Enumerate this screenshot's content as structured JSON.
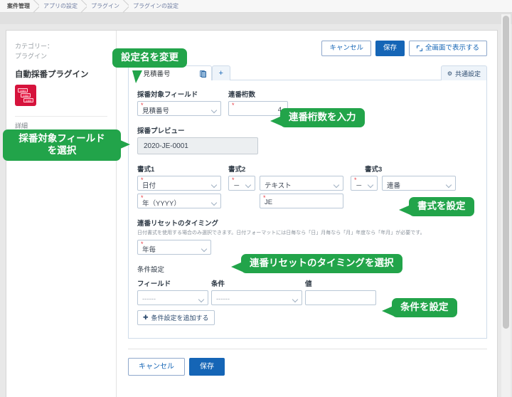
{
  "breadcrumb": [
    {
      "label": "案件管理"
    },
    {
      "label": "アプリの設定"
    },
    {
      "label": "プラグイン"
    },
    {
      "label": "プラグインの設定"
    }
  ],
  "sidebar": {
    "category_label": "カテゴリー：",
    "category_value": "プラグイン",
    "plugin_name": "自動採番プラグイン",
    "icon_tags": [
      "J-001",
      "J-002",
      "J-003"
    ],
    "detail_label": "詳細"
  },
  "toolbar": {
    "cancel_label": "キャンセル",
    "save_label": "保存",
    "fullscreen_label": "全画面で表示する"
  },
  "tabs": {
    "active_tab_label": "見積番号",
    "add_tab_label": "+",
    "common_settings_label": "共通設定"
  },
  "form": {
    "target_field": {
      "label": "採番対象フィールド",
      "value": "見積番号"
    },
    "digits": {
      "label": "連番桁数",
      "value": "4"
    },
    "preview": {
      "label": "採番プレビュー",
      "value": "2020-JE-0001"
    },
    "formats": [
      {
        "label": "書式1",
        "type_value": "日付",
        "detail_value": "年（YYYY）"
      },
      {
        "label": "書式2",
        "separator_value": "－",
        "type_value": "テキスト",
        "detail_value": "JE"
      },
      {
        "label": "書式3",
        "separator_value": "－",
        "type_value": "連番"
      }
    ],
    "reset_timing": {
      "label": "連番リセットのタイミング",
      "hint": "日付書式を使用する場合のみ選択できます。日付フォーマットには日毎なら「日」月毎なら「月」年度なら「年月」が必要です。",
      "value": "年毎"
    },
    "conditions": {
      "section_label": "条件設定",
      "col_field": "フィールド",
      "col_condition": "条件",
      "col_value": "値",
      "field_value": "------",
      "condition_value": "------",
      "value_value": "",
      "add_label": "条件設定を追加する"
    }
  },
  "footer": {
    "cancel_label": "キャンセル",
    "save_label": "保存"
  },
  "callouts": {
    "rename": "設定名を変更",
    "select_target_field": "採番対象フィールド\nを選択",
    "enter_digits": "連番桁数を入力",
    "set_format": "書式を設定",
    "select_reset_timing": "連番リセットのタイミングを選択",
    "set_condition": "条件を設定"
  },
  "colors": {
    "callout_green": "#22a44a",
    "primary_blue": "#1565b6",
    "plugin_icon_red": "#d6133c"
  }
}
